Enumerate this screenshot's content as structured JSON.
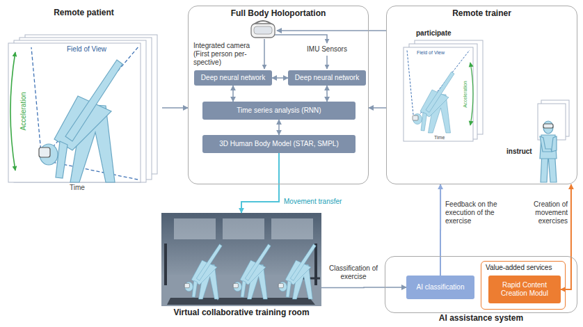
{
  "diagram": {
    "nodes": [
      {
        "text": [
          "Remote patient"
        ]
      },
      {
        "text": [
          "Full Body Holoportation"
        ]
      },
      {
        "text": [
          "Deep neural network"
        ],
        "in": 1
      },
      {
        "text": [
          "Deep neural network"
        ],
        "in": 1
      },
      {
        "text": [
          "Time series analysis (RNN)"
        ],
        "in": 1
      },
      {
        "text": [
          "3D Human Body Model (STAR, SMPL)"
        ],
        "in": 1
      },
      {
        "text": [
          "Remote trainer"
        ]
      },
      {
        "text": [
          "Virtual collaborative training room"
        ]
      },
      {
        "text": [
          "AI assistance system"
        ]
      },
      {
        "text": [
          "AI classification"
        ],
        "in": 8
      },
      {
        "text": [
          "Value-added services"
        ],
        "in": 8
      },
      {
        "text": [
          "Rapid Content Creation Modul"
        ],
        "in": 10
      }
    ],
    "edges": [
      {
        "from": 0,
        "to": 1,
        "arrow": "to"
      },
      {
        "from": 6,
        "to": 1,
        "arrow": "to"
      },
      {
        "from": 6,
        "to": 1,
        "arrow": "to"
      },
      {
        "from": 2,
        "to": 3,
        "arrow": "both"
      },
      {
        "from": 2,
        "to": 4,
        "arrow": "both"
      },
      {
        "from": 3,
        "to": 4,
        "arrow": "both"
      },
      {
        "from": 4,
        "to": 5,
        "arrow": "both"
      },
      {
        "from": 5,
        "to": 7,
        "label": "Movement transfer",
        "arrow": "to"
      },
      {
        "from": 7,
        "to": 9,
        "label": "Classification of exercise",
        "arrow": "to"
      },
      {
        "from": 9,
        "to": 6,
        "label": "Feedback on the execution of the exercise",
        "arrow": "to"
      },
      {
        "from": 11,
        "to": 6,
        "label": "Creation of movement exercises",
        "arrow": "both"
      }
    ],
    "labels": [
      "Field of View",
      "Acceleration",
      "Time",
      "Integrated camera (First person per- spective)",
      "IMU Sensors",
      "participate",
      "Field of View",
      "Acceleration",
      "Time",
      "instruct"
    ]
  }
}
